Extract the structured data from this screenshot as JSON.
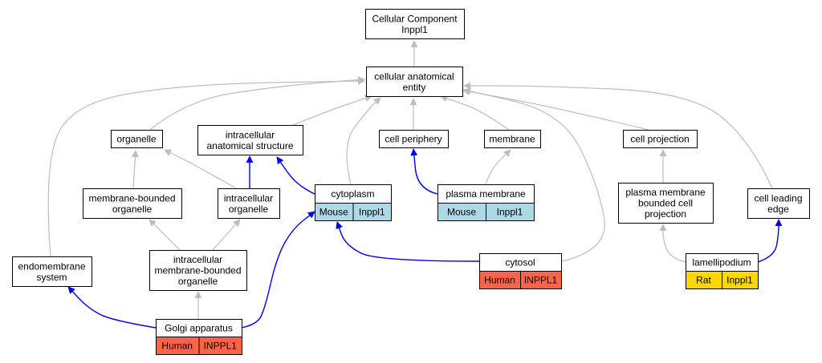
{
  "colors": {
    "grey_edge": "#bdbdbd",
    "blue_edge": "#0000ee",
    "human": "#ff6347",
    "mouse": "#add8e6",
    "rat": "#ffd700"
  },
  "nodes": {
    "root": [
      "Cellular Component",
      "Inppl1"
    ],
    "cae": [
      "cellular anatomical",
      "entity"
    ],
    "organelle": [
      "organelle"
    ],
    "ias": [
      "intracellular",
      "anatomical structure"
    ],
    "cell_periphery": [
      "cell periphery"
    ],
    "membrane": [
      "membrane"
    ],
    "cell_projection": [
      "cell projection"
    ],
    "mbo": [
      "membrane-bounded",
      "organelle"
    ],
    "io": [
      "intracellular",
      "organelle"
    ],
    "cytoplasm": [
      "cytoplasm"
    ],
    "plasma_membrane": [
      "plasma membrane"
    ],
    "pmbcp": [
      "plasma membrane",
      "bounded cell",
      "projection"
    ],
    "cle": [
      "cell leading",
      "edge"
    ],
    "endomembrane": [
      "endomembrane",
      "system"
    ],
    "imbo": [
      "intracellular",
      "membrane-bounded",
      "organelle"
    ],
    "cytosol": [
      "cytosol"
    ],
    "lamellipodium": [
      "lamellipodium"
    ],
    "golgi": [
      "Golgi apparatus"
    ]
  },
  "annotations": {
    "cytoplasm": {
      "species": "Mouse",
      "gene": "Inppl1",
      "color_key": "mouse"
    },
    "plasma_membrane": {
      "species": "Mouse",
      "gene": "Inppl1",
      "color_key": "mouse"
    },
    "cytosol": {
      "species": "Human",
      "gene": "INPPL1",
      "color_key": "human"
    },
    "lamellipodium": {
      "species": "Rat",
      "gene": "Inppl1",
      "color_key": "rat"
    },
    "golgi": {
      "species": "Human",
      "gene": "INPPL1",
      "color_key": "human"
    }
  },
  "edges": [
    {
      "from": "cae",
      "to": "root",
      "kind": "grey"
    },
    {
      "from": "organelle",
      "to": "cae",
      "kind": "grey"
    },
    {
      "from": "ias",
      "to": "cae",
      "kind": "grey"
    },
    {
      "from": "cell_periphery",
      "to": "cae",
      "kind": "grey"
    },
    {
      "from": "membrane",
      "to": "cae",
      "kind": "grey"
    },
    {
      "from": "cell_projection",
      "to": "cae",
      "kind": "grey"
    },
    {
      "from": "cytoplasm",
      "to": "cae",
      "kind": "grey"
    },
    {
      "from": "endomembrane",
      "to": "cae",
      "kind": "grey"
    },
    {
      "from": "cle",
      "to": "cae",
      "kind": "grey"
    },
    {
      "from": "cytosol",
      "to": "cae",
      "kind": "grey"
    },
    {
      "from": "mbo",
      "to": "organelle",
      "kind": "grey"
    },
    {
      "from": "io",
      "to": "organelle",
      "kind": "grey"
    },
    {
      "from": "io",
      "to": "ias",
      "kind": "blue"
    },
    {
      "from": "cytoplasm",
      "to": "ias",
      "kind": "blue"
    },
    {
      "from": "plasma_membrane",
      "to": "cell_periphery",
      "kind": "blue"
    },
    {
      "from": "plasma_membrane",
      "to": "membrane",
      "kind": "grey"
    },
    {
      "from": "pmbcp",
      "to": "cell_projection",
      "kind": "grey"
    },
    {
      "from": "imbo",
      "to": "mbo",
      "kind": "grey"
    },
    {
      "from": "imbo",
      "to": "io",
      "kind": "grey"
    },
    {
      "from": "golgi",
      "to": "imbo",
      "kind": "grey"
    },
    {
      "from": "golgi",
      "to": "endomembrane",
      "kind": "blue"
    },
    {
      "from": "golgi",
      "to": "cytoplasm",
      "kind": "blue"
    },
    {
      "from": "cytosol",
      "to": "cytoplasm",
      "kind": "blue"
    },
    {
      "from": "lamellipodium",
      "to": "pmbcp",
      "kind": "grey"
    },
    {
      "from": "lamellipodium",
      "to": "cle",
      "kind": "blue"
    }
  ]
}
